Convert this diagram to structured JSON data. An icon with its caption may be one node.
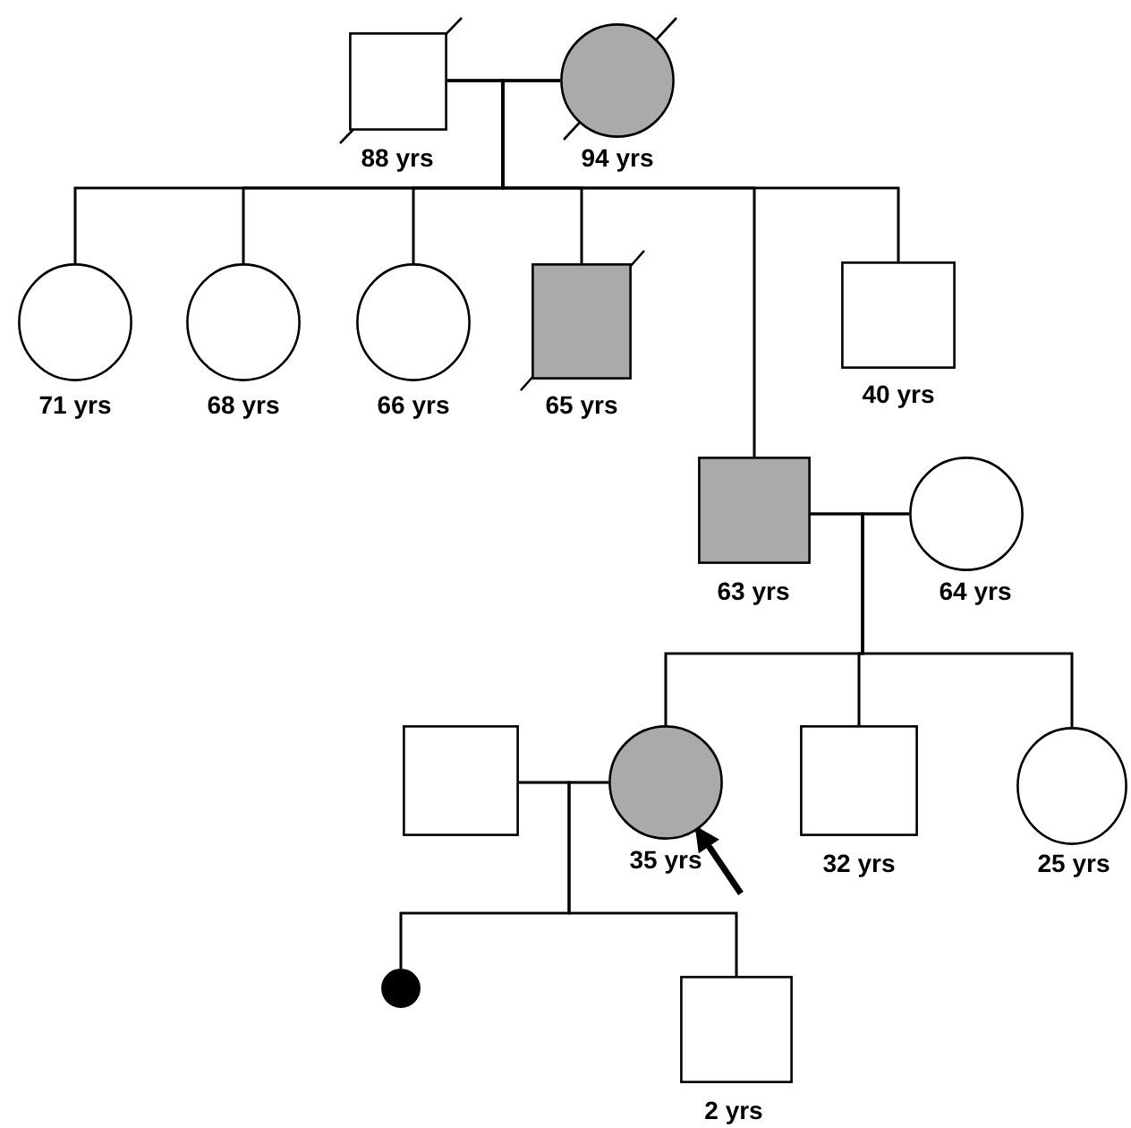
{
  "diagram": {
    "nodes": [
      {
        "text": [],
        "shape": "box",
        "beside": [
          "88 yrs"
        ]
      },
      {
        "text": [],
        "shape": "circle",
        "beside": [
          "94 yrs"
        ]
      },
      {
        "text": [],
        "shape": "circle",
        "beside": [
          "71 yrs"
        ]
      },
      {
        "text": [],
        "shape": "circle",
        "beside": [
          "68 yrs"
        ]
      },
      {
        "text": [],
        "shape": "circle",
        "beside": [
          "66 yrs"
        ]
      },
      {
        "text": [],
        "shape": "box",
        "beside": [
          "65 yrs"
        ]
      },
      {
        "text": [],
        "shape": "box",
        "beside": [
          "40 yrs"
        ]
      },
      {
        "text": [],
        "shape": "box",
        "beside": [
          "63 yrs"
        ]
      },
      {
        "text": [],
        "shape": "circle",
        "beside": [
          "64 yrs"
        ]
      },
      {
        "text": [],
        "shape": "box"
      },
      {
        "text": [],
        "shape": "circle",
        "beside": [
          "35 yrs"
        ]
      },
      {
        "text": [],
        "shape": "box",
        "beside": [
          "32 yrs"
        ]
      },
      {
        "text": [],
        "shape": "circle",
        "beside": [
          "25 yrs"
        ]
      },
      {
        "text": [],
        "shape": "circle"
      },
      {
        "text": [],
        "shape": "box",
        "beside": [
          "2 yrs"
        ]
      }
    ],
    "edges": [
      {
        "from": 0,
        "to": 1,
        "arrow": "none"
      },
      {
        "from": 0,
        "to": 2,
        "arrow": "none"
      },
      {
        "from": 1,
        "to": 2,
        "arrow": "none"
      },
      {
        "from": 0,
        "to": 3,
        "arrow": "none"
      },
      {
        "from": 1,
        "to": 3,
        "arrow": "none"
      },
      {
        "from": 0,
        "to": 4,
        "arrow": "none"
      },
      {
        "from": 1,
        "to": 4,
        "arrow": "none"
      },
      {
        "from": 0,
        "to": 5,
        "arrow": "none"
      },
      {
        "from": 1,
        "to": 5,
        "arrow": "none"
      },
      {
        "from": 0,
        "to": 7,
        "arrow": "none"
      },
      {
        "from": 1,
        "to": 7,
        "arrow": "none"
      },
      {
        "from": 0,
        "to": 6,
        "arrow": "none"
      },
      {
        "from": 1,
        "to": 6,
        "arrow": "none"
      },
      {
        "from": 7,
        "to": 8,
        "arrow": "none"
      },
      {
        "from": 7,
        "to": 10,
        "arrow": "none"
      },
      {
        "from": 8,
        "to": 10,
        "arrow": "none"
      },
      {
        "from": 7,
        "to": 11,
        "arrow": "none"
      },
      {
        "from": 8,
        "to": 11,
        "arrow": "none"
      },
      {
        "from": 7,
        "to": 12,
        "arrow": "none"
      },
      {
        "from": 8,
        "to": 12,
        "arrow": "none"
      },
      {
        "from": 9,
        "to": 10,
        "arrow": "none"
      },
      {
        "from": 9,
        "to": 13,
        "arrow": "none"
      },
      {
        "from": 10,
        "to": 13,
        "arrow": "none"
      },
      {
        "from": 9,
        "to": 14,
        "arrow": "none"
      },
      {
        "from": 10,
        "to": 14,
        "arrow": "none"
      },
      {
        "from": null,
        "to": 10,
        "arrow": "to",
        "style": "thick"
      }
    ]
  }
}
